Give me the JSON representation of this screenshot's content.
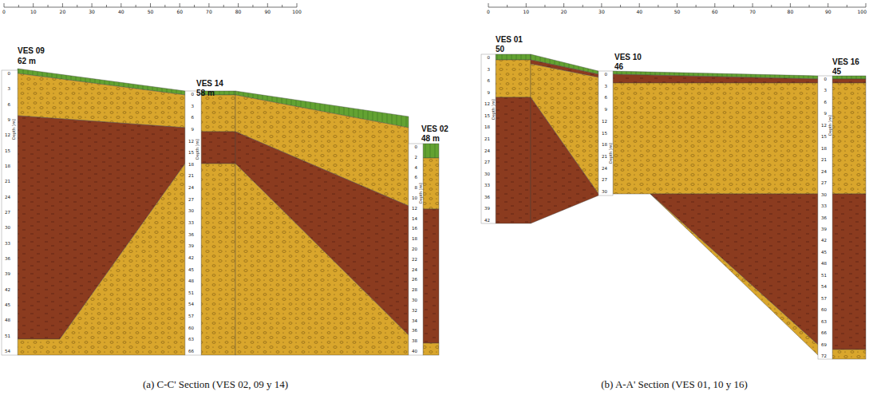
{
  "diagram": {
    "labels": [
      "0",
      "10",
      "20",
      "30",
      "40",
      "50",
      "60",
      "70",
      "80",
      "90",
      "100",
      "0",
      "10",
      "20",
      "30",
      "40",
      "50",
      "60",
      "70",
      "80",
      "90",
      "100",
      "VES 09",
      "62 m",
      "VES 14",
      "58 m",
      "VES 02",
      "48 m",
      "VES 01",
      "50",
      "VES 10",
      "46",
      "VES 16",
      "45",
      "0",
      "3",
      "6",
      "9",
      "12",
      "15",
      "18",
      "21",
      "24",
      "27",
      "30",
      "33",
      "36",
      "39",
      "42",
      "45",
      "48",
      "51",
      "54",
      "0",
      "3",
      "6",
      "9",
      "12",
      "15",
      "18",
      "21",
      "24",
      "27",
      "30",
      "33",
      "36",
      "39",
      "42",
      "45",
      "48",
      "51",
      "54",
      "57",
      "60",
      "63",
      "66",
      "0",
      "2",
      "4",
      "6",
      "8",
      "10",
      "12",
      "14",
      "16",
      "18",
      "20",
      "22",
      "24",
      "26",
      "28",
      "30",
      "32",
      "34",
      "36",
      "38",
      "40",
      "0",
      "3",
      "6",
      "9",
      "12",
      "15",
      "18",
      "21",
      "24",
      "27",
      "30",
      "33",
      "36",
      "39",
      "42",
      "0",
      "3",
      "6",
      "9",
      "12",
      "15",
      "18",
      "21",
      "24",
      "27",
      "30",
      "0",
      "3",
      "6",
      "9",
      "12",
      "15",
      "18",
      "21",
      "24",
      "27",
      "30",
      "33",
      "36",
      "39",
      "42",
      "45",
      "48",
      "51",
      "54",
      "57",
      "60",
      "63",
      "66",
      "69",
      "72",
      "Depth [m]",
      "Depth [m]",
      "Depth [m]",
      "Depth [m]",
      "Depth [m]",
      "Depth [m]",
      "(a) C-C' Section (VES 02, 09 y 14)",
      "(b) A-A' Section (VES 01, 10 y 16)"
    ]
  }
}
